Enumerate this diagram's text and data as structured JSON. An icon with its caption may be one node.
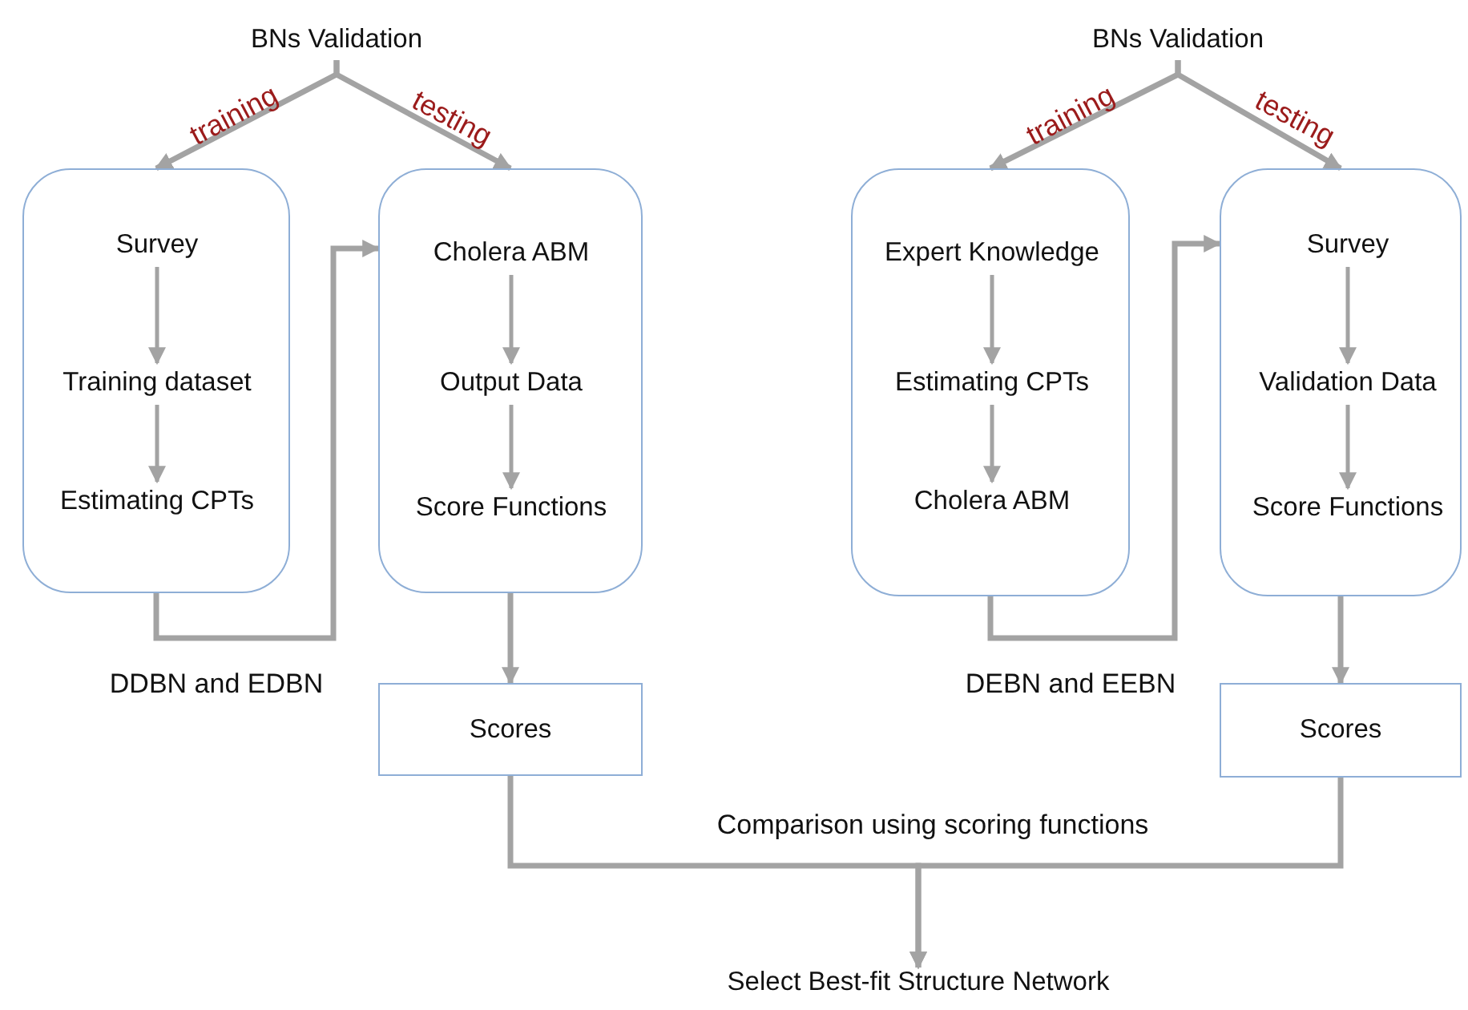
{
  "diagram": {
    "nodes": [
      {
        "text": [
          "BNs Validation"
        ]
      },
      {
        "text": [],
        "shape": "box"
      },
      {
        "text": [
          "Survey"
        ],
        "in": 1
      },
      {
        "text": [
          "Training dataset"
        ],
        "in": 1
      },
      {
        "text": [
          "Estimating CPTs"
        ],
        "in": 1
      },
      {
        "text": [],
        "shape": "box"
      },
      {
        "text": [
          "Cholera ABM"
        ],
        "in": 5
      },
      {
        "text": [
          "Output Data"
        ],
        "in": 5
      },
      {
        "text": [
          "Score Functions"
        ],
        "in": 5
      },
      {
        "text": [
          "Scores"
        ]
      },
      {
        "text": [
          "BNs Validation"
        ]
      },
      {
        "text": [],
        "shape": "box"
      },
      {
        "text": [
          "Expert Knowledge"
        ],
        "in": 11
      },
      {
        "text": [
          "Estimating CPTs"
        ],
        "in": 11
      },
      {
        "text": [
          "Cholera ABM"
        ],
        "in": 11
      },
      {
        "text": [],
        "shape": "box"
      },
      {
        "text": [
          "Survey"
        ],
        "in": 15
      },
      {
        "text": [
          "Validation Data"
        ],
        "in": 15
      },
      {
        "text": [
          "Score Functions"
        ],
        "in": 15
      },
      {
        "text": [
          "Scores"
        ]
      },
      {
        "text": [
          "Select Best-fit Structure Network"
        ]
      }
    ],
    "edges": [
      {
        "from": 0,
        "to": 1,
        "arrow": "to",
        "label": "training"
      },
      {
        "from": 0,
        "to": 5,
        "arrow": "to",
        "label": "testing"
      },
      {
        "from": 2,
        "to": 3,
        "arrow": "to"
      },
      {
        "from": 3,
        "to": 4,
        "arrow": "to"
      },
      {
        "from": 1,
        "to": 5,
        "arrow": "to",
        "label": "DDBN and EDBN"
      },
      {
        "from": 6,
        "to": 7,
        "arrow": "to"
      },
      {
        "from": 7,
        "to": 8,
        "arrow": "to"
      },
      {
        "from": 5,
        "to": 9,
        "arrow": "to"
      },
      {
        "from": 10,
        "to": 11,
        "arrow": "to",
        "label": "training"
      },
      {
        "from": 10,
        "to": 15,
        "arrow": "to",
        "label": "testing"
      },
      {
        "from": 12,
        "to": 13,
        "arrow": "to"
      },
      {
        "from": 13,
        "to": 14,
        "arrow": "to"
      },
      {
        "from": 11,
        "to": 15,
        "arrow": "to",
        "label": "DEBN and EEBN"
      },
      {
        "from": 16,
        "to": 17,
        "arrow": "to"
      },
      {
        "from": 17,
        "to": 18,
        "arrow": "to"
      },
      {
        "from": 15,
        "to": 19,
        "arrow": "to"
      },
      {
        "from": 9,
        "to": 20,
        "arrow": "to",
        "label": "Comparison using scoring functions"
      },
      {
        "from": 19,
        "to": 20,
        "arrow": "to"
      }
    ]
  }
}
